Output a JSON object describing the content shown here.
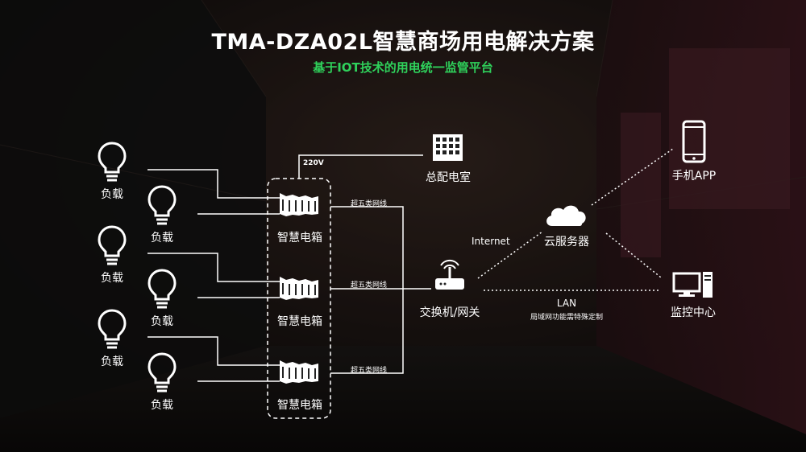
{
  "title": "TMA-DZA02L智慧商场用电解决方案",
  "subtitle": "基于IOT技术的用电统一监管平台",
  "load_label": "负载",
  "box_label": "智慧电箱",
  "voltage_label": "220V",
  "cable_label": "超五类网线",
  "distribution_room_label": "总配电室",
  "switch_label": "交换机/网关",
  "internet_label": "Internet",
  "cloud_label": "云服务器",
  "phone_label": "手机APP",
  "monitor_label": "监控中心",
  "lan_label": "LAN",
  "lan_note": "局域网功能需特殊定制",
  "colors": {
    "accent": "#2fd15b",
    "line": "#ffffff",
    "background": "#1a1512"
  }
}
